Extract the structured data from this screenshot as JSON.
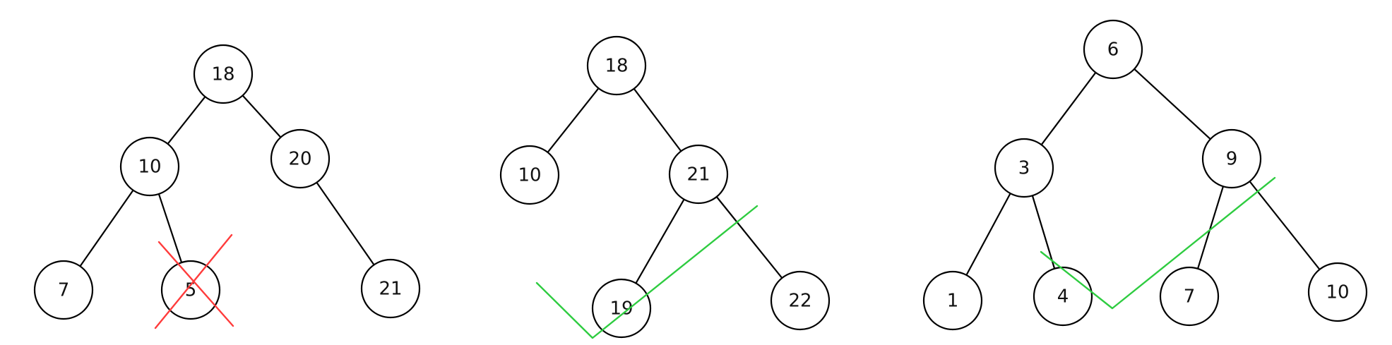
{
  "colors": {
    "node_stroke": "#000000",
    "edge_stroke": "#000000",
    "cross_mark": "#ff3b3b",
    "check_mark": "#2ecc40"
  },
  "trees": [
    {
      "name": "tree-1",
      "nodes": [
        {
          "id": "t1-18",
          "label": "18"
        },
        {
          "id": "t1-10",
          "label": "10"
        },
        {
          "id": "t1-20",
          "label": "20"
        },
        {
          "id": "t1-7",
          "label": "7"
        },
        {
          "id": "t1-5",
          "label": "5"
        },
        {
          "id": "t1-21",
          "label": "21"
        }
      ],
      "edges": [
        [
          "t1-18",
          "t1-10"
        ],
        [
          "t1-18",
          "t1-20"
        ],
        [
          "t1-10",
          "t1-7"
        ],
        [
          "t1-10",
          "t1-5"
        ],
        [
          "t1-20",
          "t1-21"
        ]
      ],
      "marks": [
        {
          "type": "cross",
          "target": "t1-5",
          "color_key": "cross_mark"
        }
      ]
    },
    {
      "name": "tree-2",
      "nodes": [
        {
          "id": "t2-18",
          "label": "18"
        },
        {
          "id": "t2-10",
          "label": "10"
        },
        {
          "id": "t2-21",
          "label": "21"
        },
        {
          "id": "t2-19",
          "label": "19"
        },
        {
          "id": "t2-22",
          "label": "22"
        }
      ],
      "edges": [
        [
          "t2-18",
          "t2-10"
        ],
        [
          "t2-18",
          "t2-21"
        ],
        [
          "t2-21",
          "t2-19"
        ],
        [
          "t2-21",
          "t2-22"
        ]
      ],
      "marks": [
        {
          "type": "check",
          "target": "t2-19",
          "color_key": "check_mark"
        }
      ]
    },
    {
      "name": "tree-3",
      "nodes": [
        {
          "id": "t3-6",
          "label": "6"
        },
        {
          "id": "t3-3",
          "label": "3"
        },
        {
          "id": "t3-9",
          "label": "9"
        },
        {
          "id": "t3-1",
          "label": "1"
        },
        {
          "id": "t3-4",
          "label": "4"
        },
        {
          "id": "t3-7",
          "label": "7"
        },
        {
          "id": "t3-10",
          "label": "10"
        }
      ],
      "edges": [
        [
          "t3-6",
          "t3-3"
        ],
        [
          "t3-6",
          "t3-9"
        ],
        [
          "t3-3",
          "t3-1"
        ],
        [
          "t3-3",
          "t3-4"
        ],
        [
          "t3-9",
          "t3-7"
        ],
        [
          "t3-9",
          "t3-10"
        ]
      ],
      "marks": [
        {
          "type": "check",
          "target": "t3-4",
          "color_key": "check_mark"
        }
      ]
    }
  ]
}
